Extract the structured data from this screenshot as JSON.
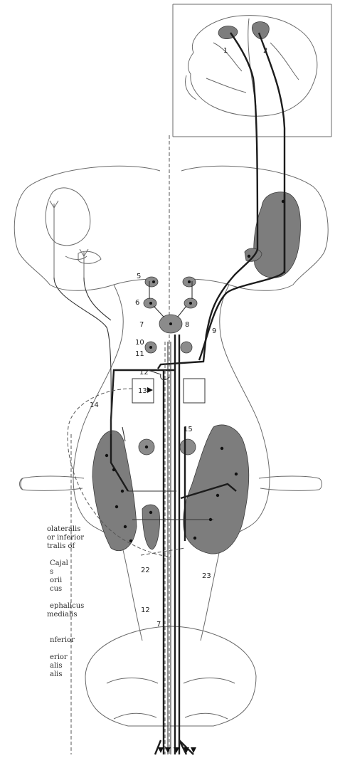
{
  "numbers": [
    "1",
    "2",
    "5",
    "6",
    "7",
    "8",
    "9",
    "10",
    "11",
    "12",
    "13",
    "14",
    "15",
    "22",
    "23",
    "12",
    "7"
  ],
  "legend_fragments": [
    "olateralis",
    "or inferior",
    "tralis of",
    "Cajal",
    "s",
    "orii",
    "cus",
    "ephalicus",
    " medialis",
    "nferior",
    "erior",
    "alis",
    "alis"
  ],
  "colors": {
    "line": "#1c1c1c",
    "outline": "#6a6a6a",
    "shade": "#7d7d7d"
  }
}
